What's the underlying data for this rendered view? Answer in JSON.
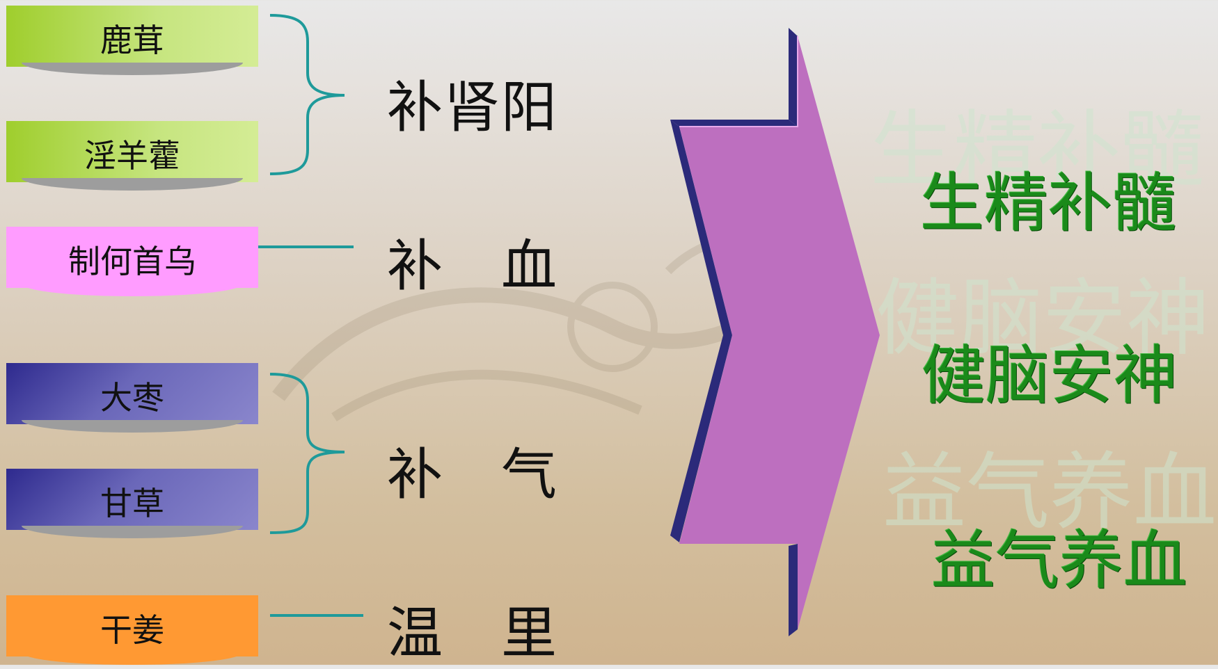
{
  "herbs": [
    {
      "name": "鹿茸"
    },
    {
      "name": "淫羊藿"
    },
    {
      "name": "制何首乌"
    },
    {
      "name": "大枣"
    },
    {
      "name": "甘草"
    },
    {
      "name": "干姜"
    }
  ],
  "effects": [
    {
      "label": "补肾阳"
    },
    {
      "label": "补　血"
    },
    {
      "label": "补　气"
    },
    {
      "label": "温　里"
    }
  ],
  "outcomes": [
    {
      "label": "生精补髓"
    },
    {
      "label": "健脑安神"
    },
    {
      "label": "益气养血"
    }
  ],
  "colors": {
    "green_box": "#b5dc5a",
    "pink_box": "#ff9cff",
    "blue_box": "#5a56b0",
    "orange_box": "#ff9933",
    "connector": "#1e9a9a",
    "arrow_face": "#bd6fbf",
    "arrow_edge": "#2b2a7a",
    "outcome_text": "#1a8a1a"
  }
}
